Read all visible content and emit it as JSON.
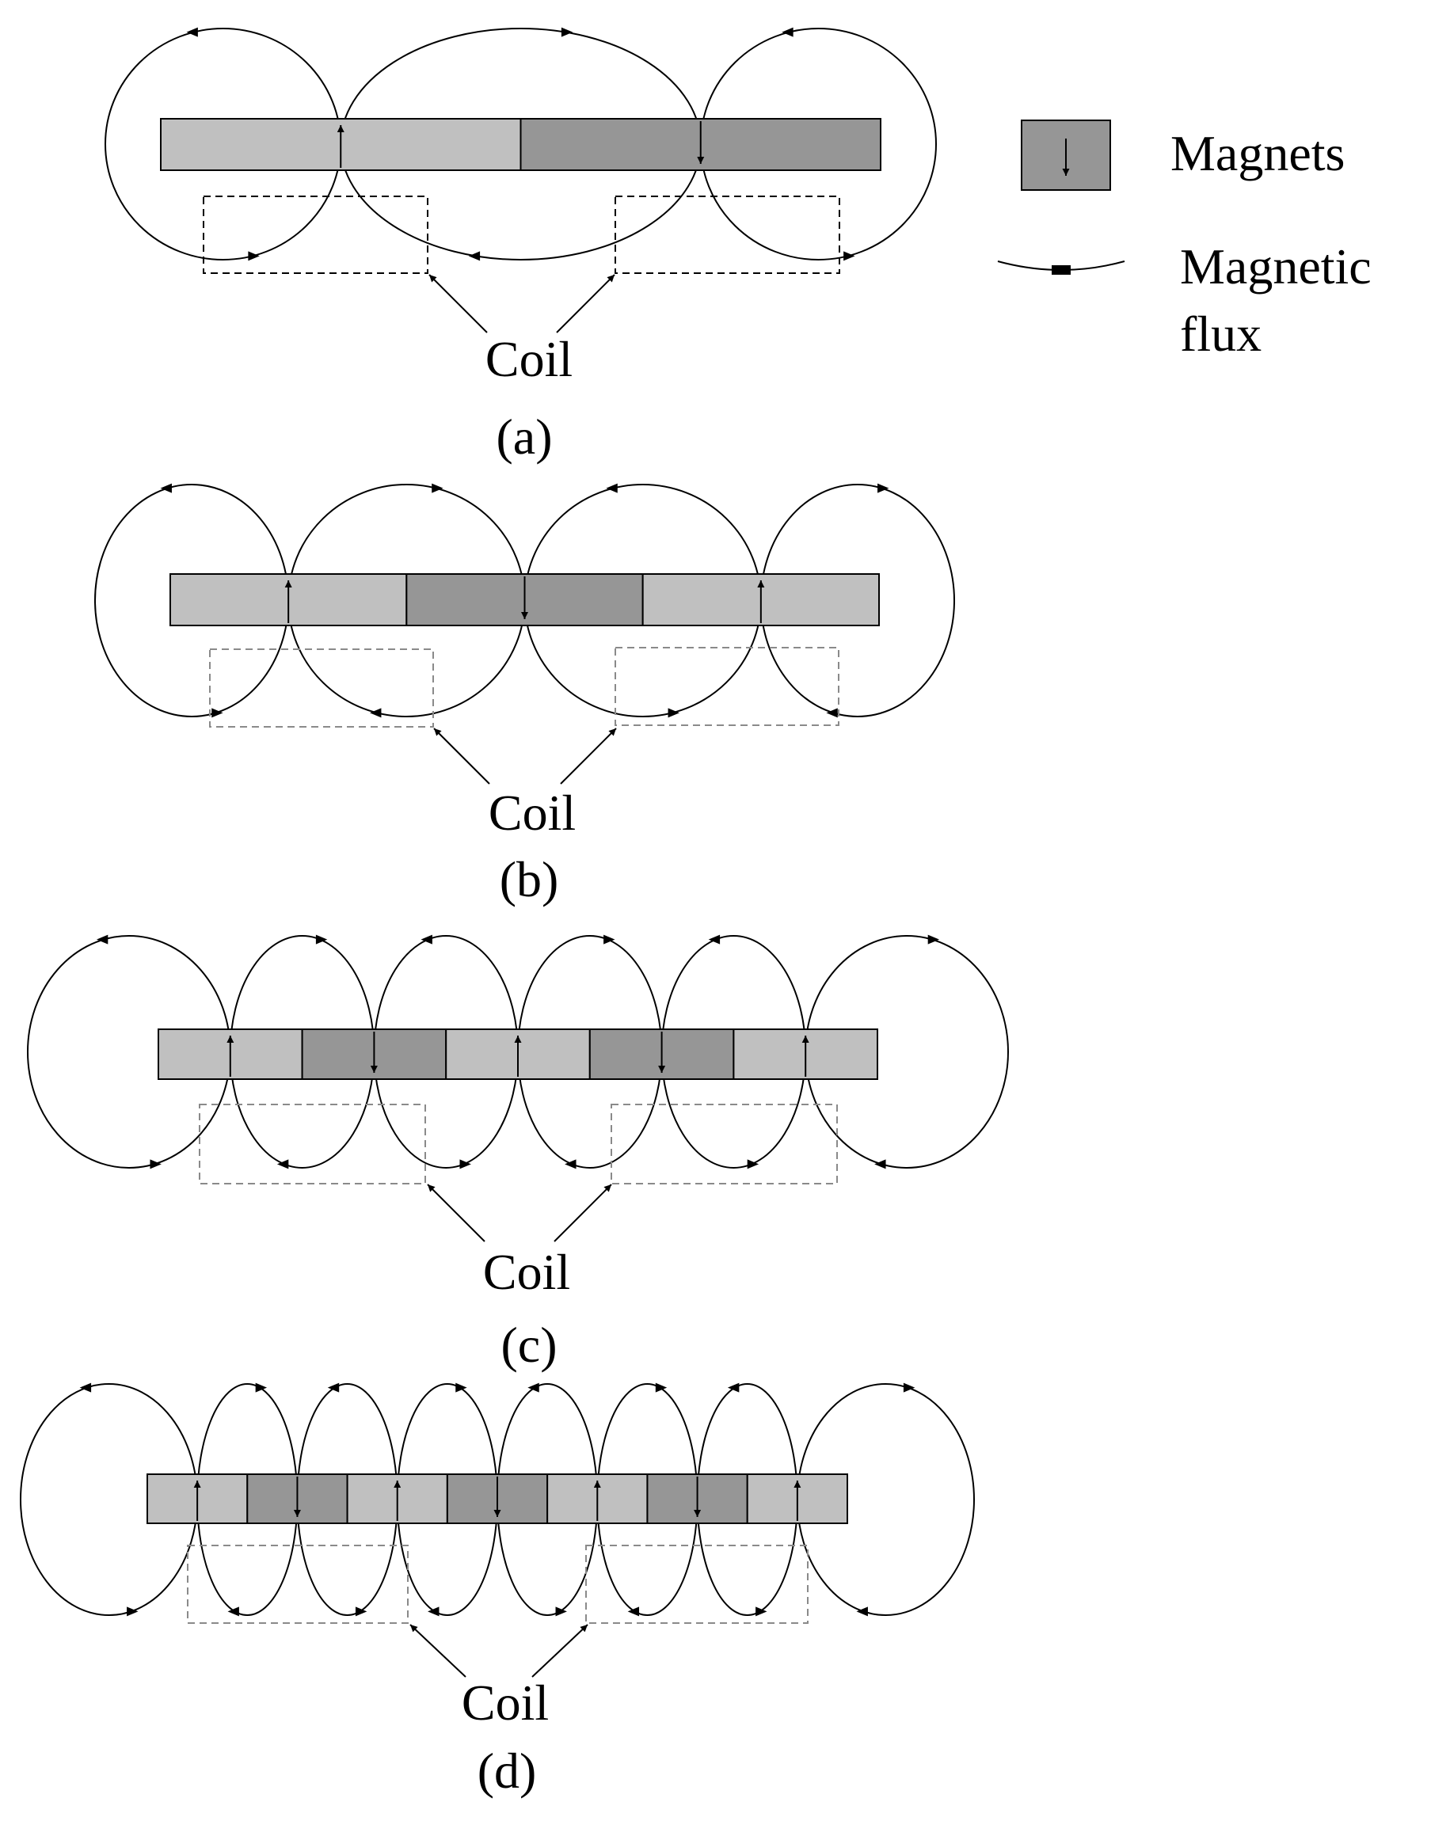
{
  "legend": {
    "magnets_label": "Magnets",
    "flux_label_line1": "Magnetic",
    "flux_label_line2": "flux"
  },
  "colors": {
    "magnet_up": "#c0c0c0",
    "magnet_down": "#969696",
    "stroke": "#000000",
    "coil_a": "#000000",
    "coil_other": "#8a8a8a"
  },
  "panels": [
    {
      "label": "(a)",
      "coil_label": "Coil",
      "magnets": [
        "up",
        "down"
      ]
    },
    {
      "label": "(b)",
      "coil_label": "Coil",
      "magnets": [
        "up",
        "down",
        "up"
      ]
    },
    {
      "label": "(c)",
      "coil_label": "Coil",
      "magnets": [
        "up",
        "down",
        "up",
        "down",
        "up"
      ]
    },
    {
      "label": "(d)",
      "coil_label": "Coil",
      "magnets": [
        "up",
        "down",
        "up",
        "down",
        "up",
        "down",
        "up"
      ]
    }
  ]
}
